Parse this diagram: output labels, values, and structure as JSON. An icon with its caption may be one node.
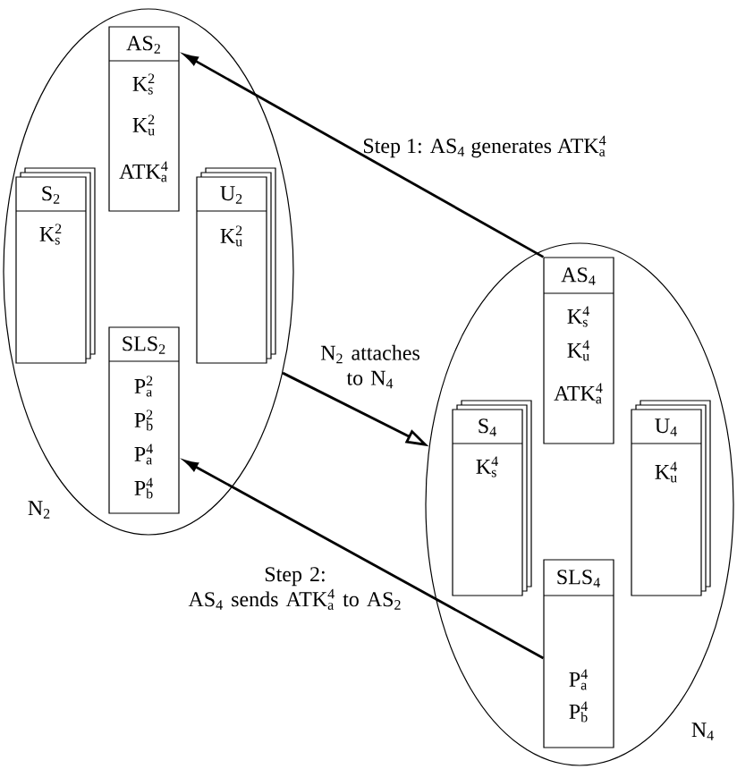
{
  "diagram": {
    "nodes": [
      {
        "text": [
          "N$_{2}$"
        ]
      },
      {
        "text": [
          "AS$_{2}$",
          "K$_{s}$$^{2}$",
          "K$_{u}$$^{2}$",
          "ATK$_{a}$$^{4}$"
        ],
        "in": 0
      },
      {
        "text": [
          "S$_{2}$",
          "K$_{s}$$^{2}$"
        ],
        "in": 0
      },
      {
        "text": [
          "U$_{2}$",
          "K$_{u}$$^{2}$"
        ],
        "in": 0
      },
      {
        "text": [
          "SLS$_{2}$",
          "P$_{a}$$^{2}$",
          "P$_{b}$$^{2}$",
          "P$_{a}$$^{4}$",
          "P$_{b}$$^{4}$"
        ],
        "in": 0
      },
      {
        "text": [
          "N$_{4}$"
        ]
      },
      {
        "text": [
          "AS$_{4}$",
          "K$_{s}$$^{4}$",
          "K$_{u}$$^{4}$",
          "ATK$_{a}$$^{4}$"
        ],
        "in": 5
      },
      {
        "text": [
          "S$_{4}$",
          "K$_{s}$$^{4}$"
        ],
        "in": 5
      },
      {
        "text": [
          "U$_{4}$",
          "K$_{u}$$^{4}$"
        ],
        "in": 5
      },
      {
        "text": [
          "SLS$_{4}$",
          "P$_{a}$$^{4}$",
          "P$_{b}$$^{4}$"
        ],
        "in": 5
      }
    ],
    "edges": [
      {
        "from": 6,
        "to": 1,
        "arrow": "to",
        "label": "Step 1: AS$_{4}$ generates ATK$_{a}$$^{4}$"
      },
      {
        "from": 0,
        "to": 5,
        "arrow": "to",
        "label": "N$_{2}$ attaches to N$_{4}$"
      },
      {
        "from": 9,
        "to": 4,
        "arrow": "to",
        "label": "Step 2: AS$_{4}$ sends ATK$_{a}$$^{4}$ to AS$_{2}$"
      }
    ]
  }
}
